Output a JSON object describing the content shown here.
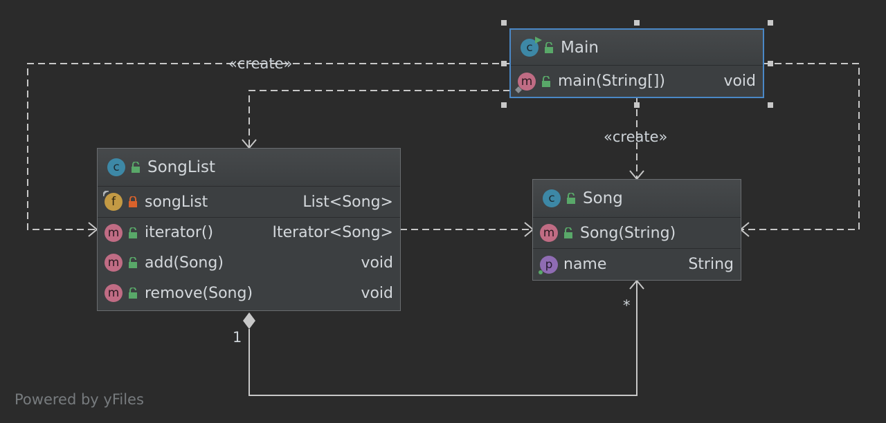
{
  "classes": {
    "main": {
      "name": "Main",
      "members": [
        {
          "kind": "m",
          "name": "main(String[])",
          "type": "void"
        }
      ]
    },
    "songlist": {
      "name": "SongList",
      "fields": [
        {
          "kind": "f",
          "name": "songList",
          "type": "List<Song>"
        }
      ],
      "methods": [
        {
          "kind": "m",
          "name": "iterator()",
          "type": "Iterator<Song>"
        },
        {
          "kind": "m",
          "name": "add(Song)",
          "type": "void"
        },
        {
          "kind": "m",
          "name": "remove(Song)",
          "type": "void"
        }
      ]
    },
    "song": {
      "name": "Song",
      "methods": [
        {
          "kind": "m",
          "name": "Song(String)",
          "type": ""
        }
      ],
      "properties": [
        {
          "kind": "p",
          "name": "name",
          "type": "String"
        }
      ]
    }
  },
  "labels": {
    "create_left": "«create»",
    "create_center": "«create»",
    "multiplicity_one": "1",
    "multiplicity_many": "*"
  },
  "watermark": "Powered by yFiles",
  "colors": {
    "background": "#2b2b2b",
    "node_fill": "#3c3f41",
    "selection": "#4a88c7",
    "edge": "#c8c8c8",
    "class_icon": "#3d88a6",
    "method_icon": "#c06c84",
    "field_icon": "#c39a44",
    "property_icon": "#8f6cb3",
    "public_lock": "#59a869",
    "private_lock": "#d9622b"
  }
}
